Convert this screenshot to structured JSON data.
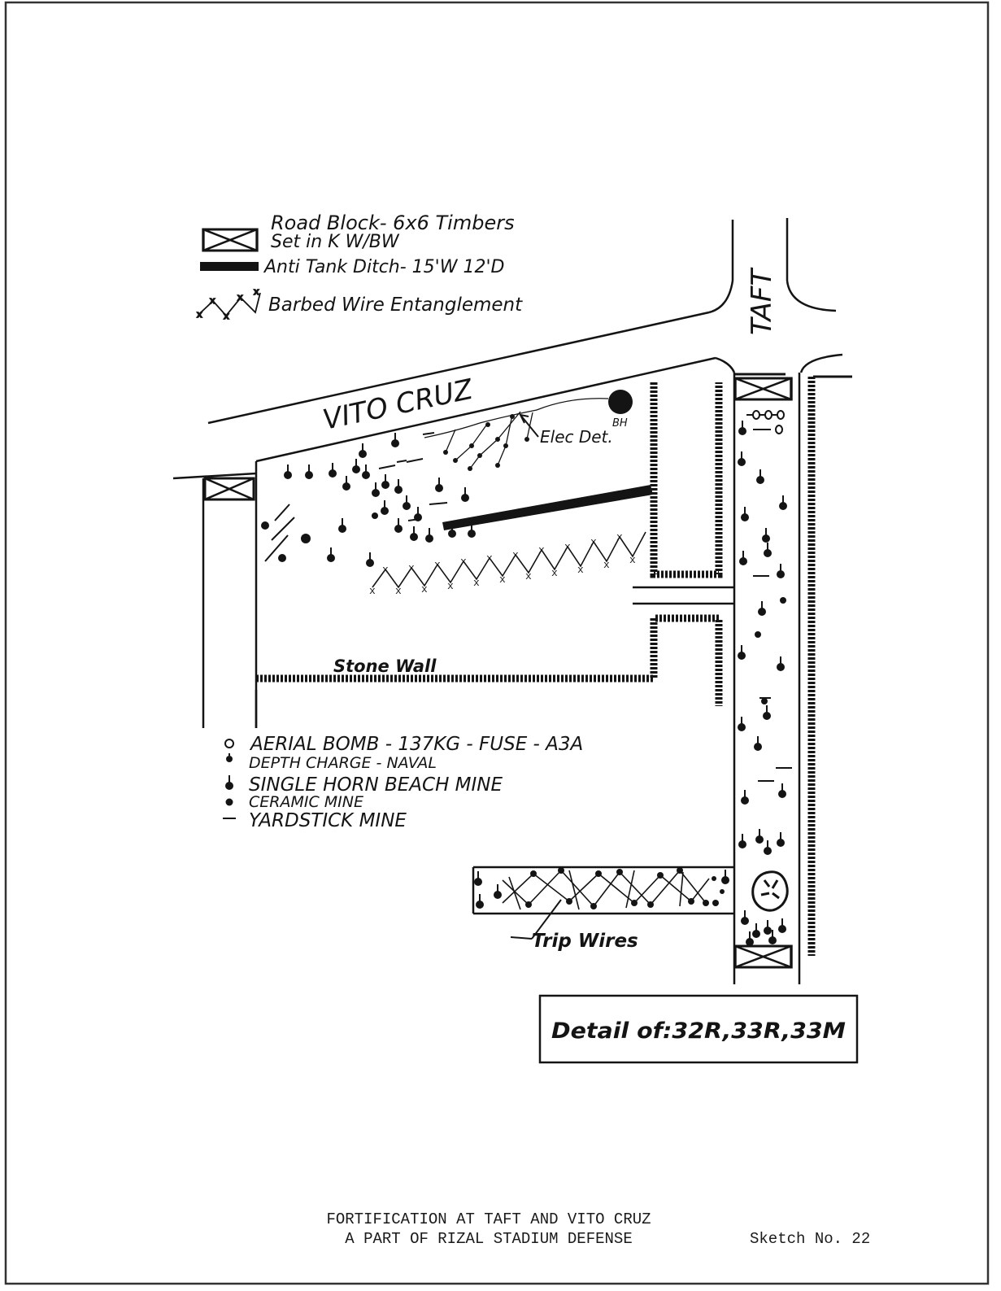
{
  "legend_top": {
    "roadblock_line1": "Road Block- 6x6 Timbers",
    "roadblock_line2": "Set in K  W/BW",
    "ditch": "Anti Tank Ditch- 15'W  12'D",
    "wire": "Barbed Wire Entanglement"
  },
  "streets": {
    "vito_cruz": "VITO  CRUZ",
    "taft": "TAFT"
  },
  "labels": {
    "bh": "BH",
    "elec_det": "Elec Det.",
    "stone_wall": "Stone Wall",
    "trip_wires": "Trip Wires"
  },
  "legend_bottom": {
    "aerial_bomb": "AERIAL BOMB - 137KG - FUSE - A3A",
    "depth_charge": "DEPTH CHARGE - NAVAL",
    "horn_mine": "SINGLE HORN BEACH MINE",
    "ceramic_mine": "CERAMIC MINE",
    "yardstick_mine": "YARDSTICK MINE"
  },
  "detail_box": "Detail of:32R,33R,33M",
  "caption": {
    "line1": "FORTIFICATION AT TAFT AND VITO CRUZ",
    "line2": "A PART OF RIZAL STADIUM DEFENSE",
    "sketch": "Sketch No. 22"
  },
  "colors": {
    "ink": "#141414",
    "paper": "#ffffff",
    "frame": "#333333"
  },
  "icons": [
    "roadblock-icon",
    "antitank-ditch-icon",
    "barbed-wire-icon",
    "aerial-bomb-icon",
    "depth-charge-icon",
    "horn-mine-icon",
    "ceramic-mine-icon",
    "yardstick-mine-icon"
  ]
}
